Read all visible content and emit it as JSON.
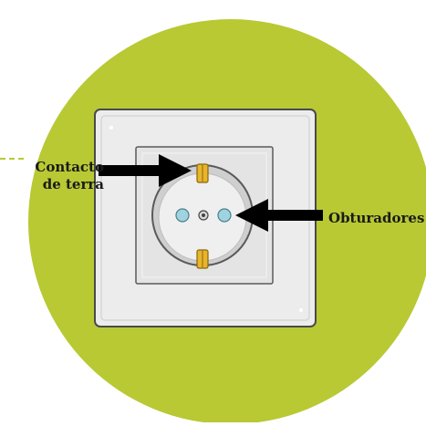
{
  "labels": {
    "earth_contact_line1": "Contacto",
    "earth_contact_line2": "de terra",
    "shutters": "Obturadores"
  },
  "colors": {
    "background_circle": "#b8c934",
    "plate": "#ececec",
    "plate_outline": "#4a4a4a",
    "socket_well": "#cfcfcf",
    "earth_contacts": "#e8b52b",
    "shutter_holes": "#9fd3df",
    "arrows": "#000000",
    "dashed_leader": "#b8c934"
  },
  "icons": {
    "arrow_to_earth_contact": "right-arrow-icon",
    "arrow_to_shutters": "left-arrow-icon"
  }
}
